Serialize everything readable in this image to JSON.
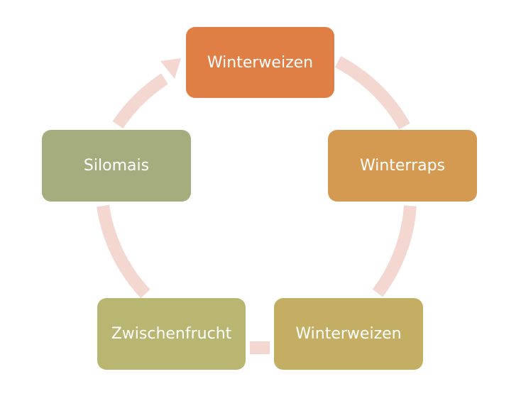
{
  "diagram": {
    "type": "cycle",
    "nodes": [
      {
        "label": "Winterweizen",
        "color": "#E07F45"
      },
      {
        "label": "Winterraps",
        "color": "#D49A52"
      },
      {
        "label": "Winterweizen",
        "color": "#C4AE63"
      },
      {
        "label": "Zwischenfrucht",
        "color": "#B8B671"
      },
      {
        "label": "Silomais",
        "color": "#A5AC7E"
      }
    ],
    "connector_color": "#F4D7D1",
    "cycle_direction": "clockwise"
  }
}
